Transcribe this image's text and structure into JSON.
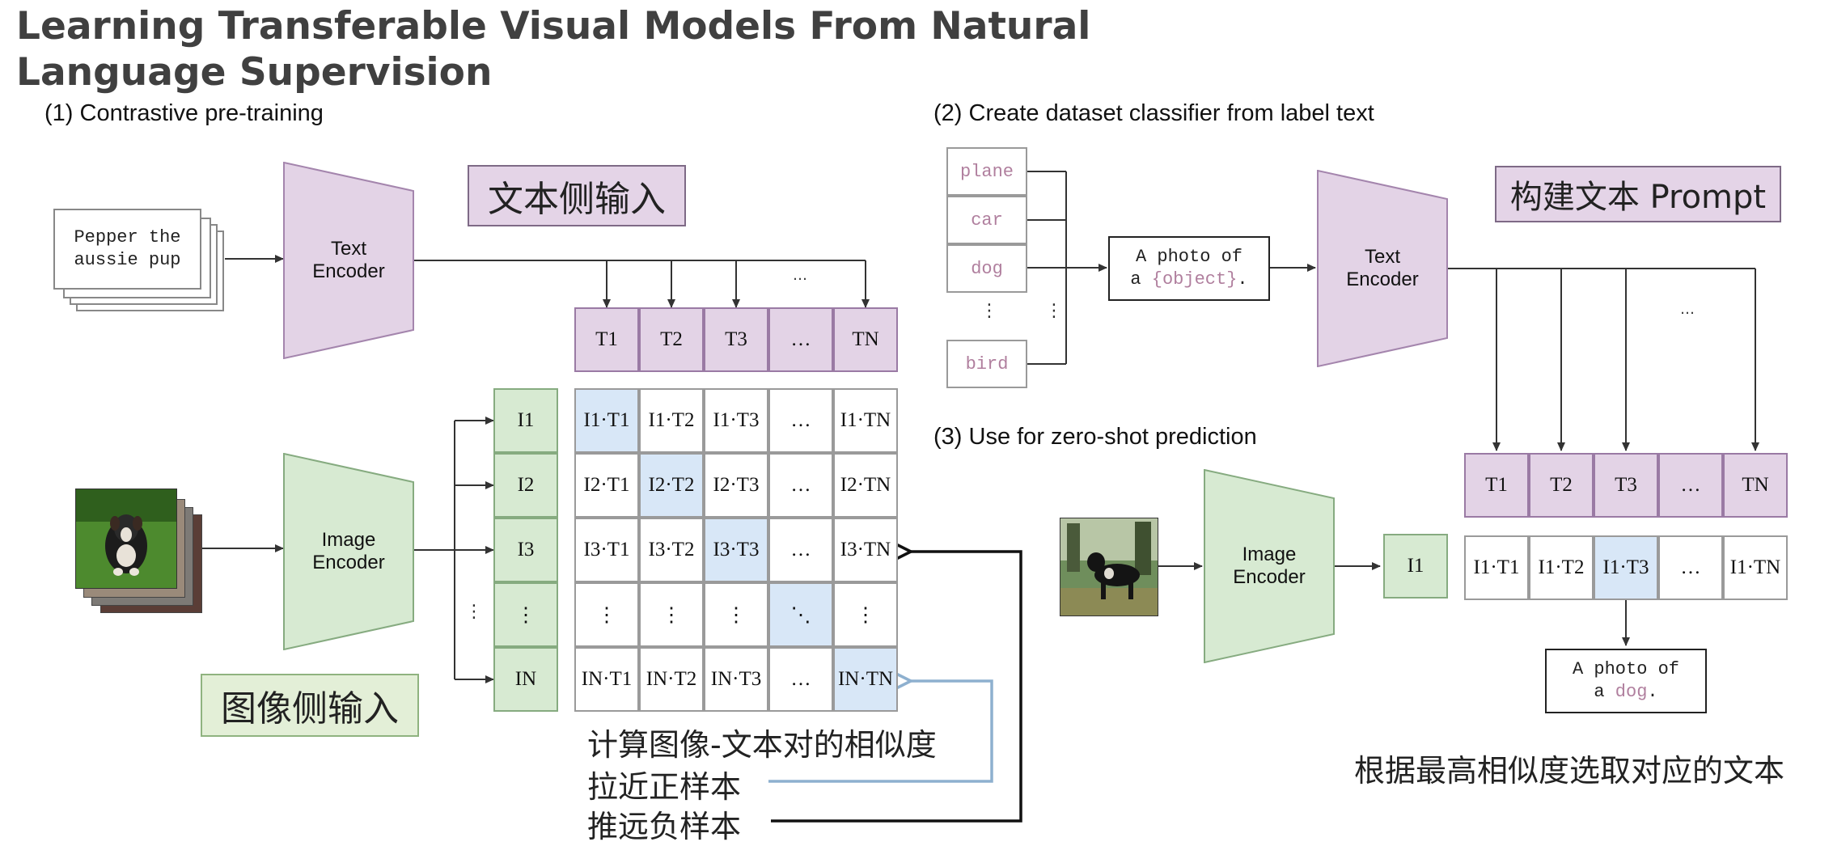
{
  "title": "Learning Transferable Visual Models From Natural Language Supervision",
  "sections": {
    "pretrain": "(1) Contrastive pre-training",
    "classifier": "(2) Create dataset classifier from label text",
    "zeroshot": "(3) Use for zero-shot prediction"
  },
  "pretrain": {
    "caption_line1": "Pepper the",
    "caption_line2": "aussie pup",
    "text_encoder": {
      "line1": "Text",
      "line2": "Encoder"
    },
    "image_encoder": {
      "line1": "Image",
      "line2": "Encoder"
    },
    "text_input_label": "文本侧输入",
    "image_input_label": "图像侧输入",
    "text_embeddings": [
      "T1",
      "T2",
      "T3",
      "…",
      "TN"
    ],
    "image_embeddings": [
      "I1",
      "I2",
      "I3",
      "⋮",
      "IN"
    ],
    "matrix": [
      [
        "I1·T1",
        "I1·T2",
        "I1·T3",
        "…",
        "I1·TN"
      ],
      [
        "I2·T1",
        "I2·T2",
        "I2·T3",
        "…",
        "I2·TN"
      ],
      [
        "I3·T1",
        "I3·T2",
        "I3·T3",
        "…",
        "I3·TN"
      ],
      [
        "⋮",
        "⋮",
        "⋮",
        "⋱",
        "⋮"
      ],
      [
        "IN·T1",
        "IN·T2",
        "IN·T3",
        "…",
        "IN·TN"
      ]
    ],
    "arrow_dots": "…",
    "row_dots": "⋮",
    "note_similarity": "计算图像-文本对的相似度",
    "note_positive": "拉近正样本",
    "note_negative": "推远负样本"
  },
  "classifier": {
    "labels": [
      "plane",
      "car",
      "dog",
      "bird"
    ],
    "vdots": "⋮",
    "template_line1": "A photo of",
    "template_prefix": "a ",
    "template_object": "{object}",
    "template_suffix": ".",
    "text_encoder": {
      "line1": "Text",
      "line2": "Encoder"
    },
    "prompt_label": "构建文本 Prompt",
    "text_embeddings": [
      "T1",
      "T2",
      "T3",
      "…",
      "TN"
    ],
    "arrow_dots": "…"
  },
  "zeroshot": {
    "image_encoder": {
      "line1": "Image",
      "line2": "Encoder"
    },
    "image_embedding": "I1",
    "scores": [
      "I1·T1",
      "I1·T2",
      "I1·T3",
      "…",
      "I1·TN"
    ],
    "result_line1": "A photo of",
    "result_prefix": "a ",
    "result_object": "dog",
    "result_suffix": ".",
    "note_select": "根据最高相似度选取对应的文本"
  },
  "colors": {
    "text_encoder": "#e3d3e6",
    "image_encoder": "#d7ead2",
    "highlight": "#d8e7f7",
    "label_pink": "#b07f9e",
    "positive_arrow": "#8eb0cf",
    "negative_arrow": "#111111"
  }
}
